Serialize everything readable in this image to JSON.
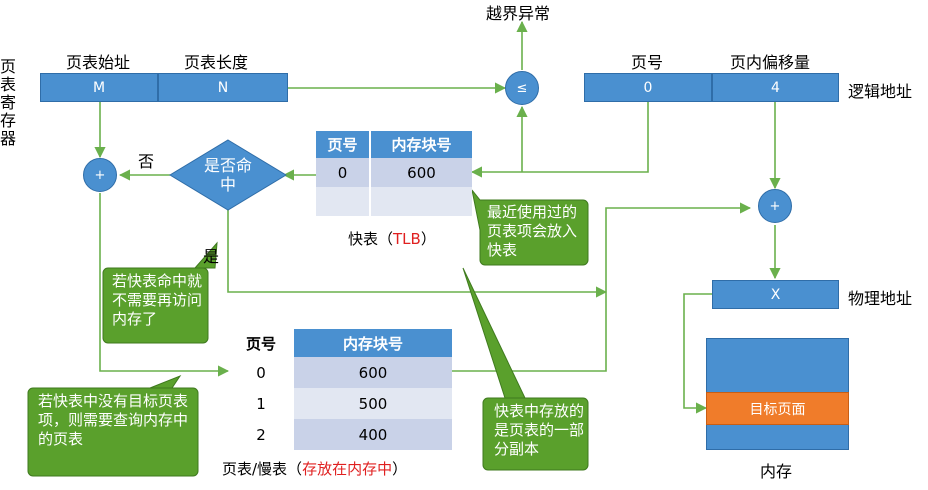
{
  "page_table_register": {
    "label": "页表寄存器",
    "start_label": "页表始址",
    "length_label": "页表长度",
    "start_value": "M",
    "length_value": "N"
  },
  "out_of_bounds": "越界异常",
  "compare_symbol": "≤",
  "add_symbol": "+",
  "logical_address": {
    "label": "逻辑地址",
    "page_label": "页号",
    "offset_label": "页内偏移量",
    "page_value": "0",
    "offset_value": "4"
  },
  "physical_address": {
    "label": "物理地址",
    "value": "X"
  },
  "decision": {
    "text": "是否命中",
    "no": "否",
    "yes": "是"
  },
  "tlb": {
    "headers": [
      "页号",
      "内存块号"
    ],
    "rows": [
      [
        "0",
        "600"
      ],
      [
        "",
        ""
      ]
    ],
    "caption_prefix": "快表（",
    "caption_highlight": "TLB",
    "caption_suffix": "）"
  },
  "page_table": {
    "headers": [
      "页号",
      "内存块号"
    ],
    "rows": [
      [
        "0",
        "600"
      ],
      [
        "1",
        "500"
      ],
      [
        "2",
        "400"
      ]
    ],
    "caption_prefix": "页表/慢表（",
    "caption_highlight": "存放在内存中",
    "caption_suffix": "）"
  },
  "memory": {
    "label": "内存",
    "target_page": "目标页面"
  },
  "callouts": {
    "tlb_recent": "最近使用过的页表项会放入快表",
    "tlb_hit": "若快表命中就不需要再访问内存了",
    "tlb_miss": "若快表中没有目标页表项，则需要查询内存中的页表",
    "tlb_copy": "快表中存放的是页表的一部分副本"
  },
  "colors": {
    "blue": "#4a90d0",
    "green_line": "#6ab04c",
    "callout_green": "#5aa02c",
    "highlight_red": "#e02020"
  }
}
